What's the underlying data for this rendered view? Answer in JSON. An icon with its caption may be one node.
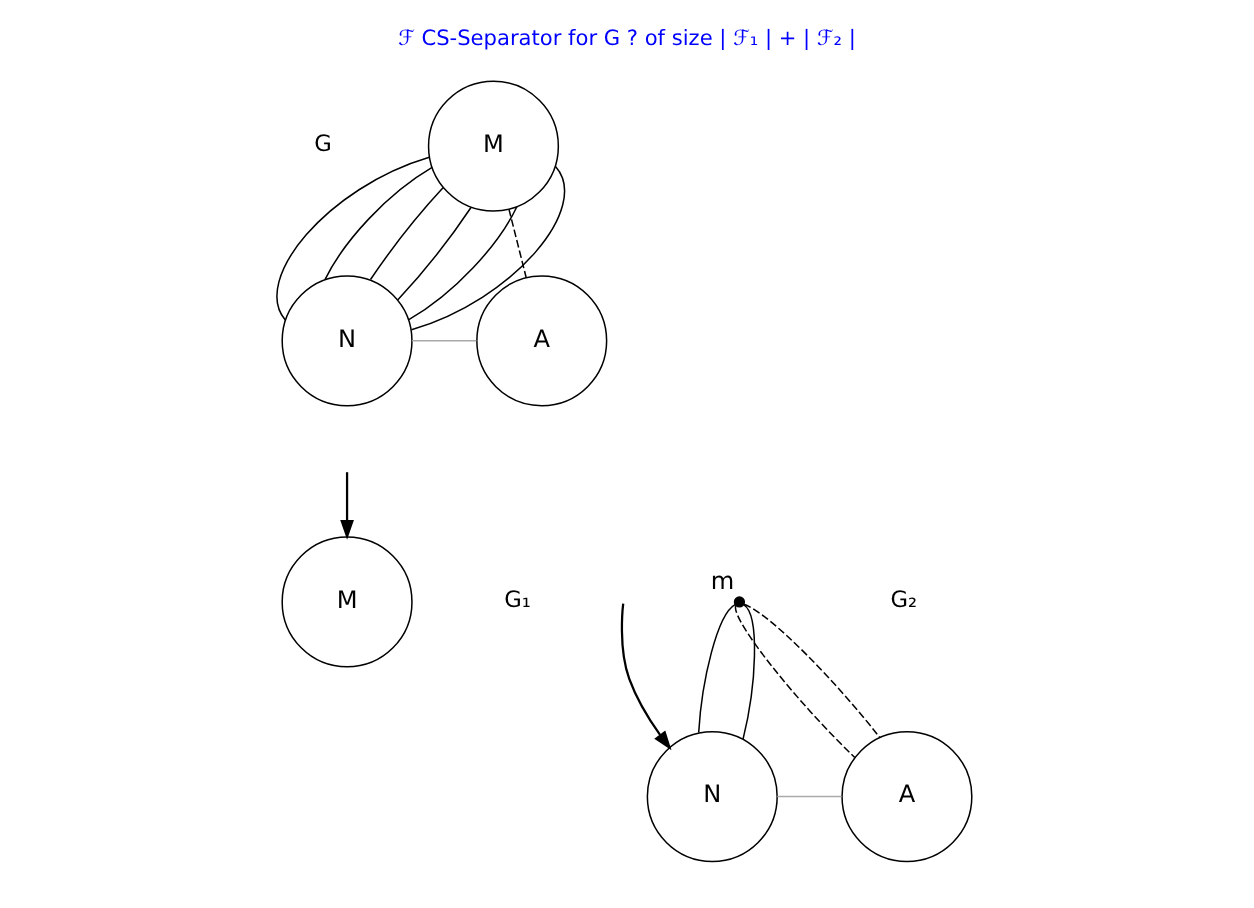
{
  "diagram": {
    "title": "ℱ CS-Separator for G ? of size | ℱ₁ | + | ℱ₂ |",
    "nodes": [
      {
        "text": [
          "M"
        ]
      },
      {
        "text": [
          "N"
        ]
      },
      {
        "text": [
          "A"
        ]
      },
      {
        "text": [
          "M"
        ]
      },
      {
        "text": [],
        "shape": "circle",
        "beside": [
          "m"
        ]
      },
      {
        "text": [
          "N"
        ]
      },
      {
        "text": [
          "A"
        ]
      }
    ],
    "edges": [
      {
        "from": 0,
        "to": 1,
        "arrow": "none"
      },
      {
        "from": 0,
        "to": 1,
        "arrow": "none"
      },
      {
        "from": 0,
        "to": 1,
        "arrow": "none"
      },
      {
        "from": 0,
        "to": 1,
        "arrow": "none"
      },
      {
        "from": 0,
        "to": 1,
        "arrow": "none"
      },
      {
        "from": 0,
        "to": 1,
        "arrow": "none"
      },
      {
        "from": 0,
        "to": 2,
        "arrow": "none",
        "style": "dashed"
      },
      {
        "from": 1,
        "to": 2,
        "arrow": "none",
        "color": "#aaaaaa"
      },
      {
        "from": null,
        "to": 3,
        "arrow": "to"
      },
      {
        "from": null,
        "to": 5,
        "arrow": "to"
      },
      {
        "from": 4,
        "to": 5,
        "arrow": "none"
      },
      {
        "from": 4,
        "to": 5,
        "arrow": "none"
      },
      {
        "from": 4,
        "to": 6,
        "arrow": "none",
        "style": "dashed"
      },
      {
        "from": 4,
        "to": 6,
        "arrow": "none",
        "style": "dashed"
      },
      {
        "from": 5,
        "to": 6,
        "arrow": "none",
        "color": "#aaaaaa"
      }
    ],
    "labels": [
      "G",
      "G₁",
      "G₂"
    ]
  }
}
